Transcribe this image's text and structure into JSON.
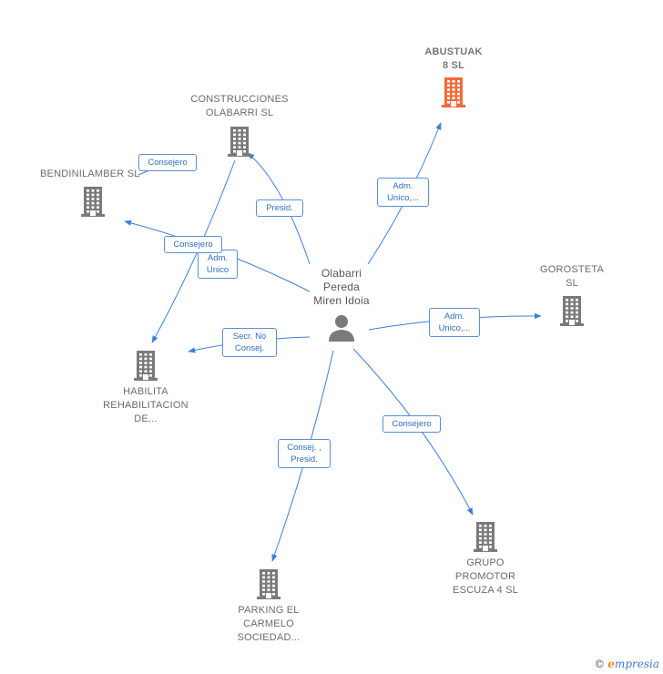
{
  "center": {
    "name_lines": [
      "Olabarri",
      "Pereda",
      "Miren Idoia"
    ]
  },
  "companies": [
    {
      "id": "abustuak",
      "lines": [
        "ABUSTUAK",
        "8  SL"
      ],
      "highlight": true
    },
    {
      "id": "construcciones",
      "lines": [
        "CONSTRUCCIONES",
        "OLABARRI SL"
      ]
    },
    {
      "id": "bendinilamber",
      "lines": [
        "BENDINILAMBER SL"
      ]
    },
    {
      "id": "gorosteta",
      "lines": [
        "GOROSTETA",
        "SL"
      ]
    },
    {
      "id": "habilita",
      "lines": [
        "HABILITA",
        "REHABILITACION",
        "DE..."
      ]
    },
    {
      "id": "parking",
      "lines": [
        "PARKING EL",
        "CARMELO",
        "SOCIEDAD..."
      ]
    },
    {
      "id": "grupo",
      "lines": [
        "GRUPO",
        "PROMOTOR",
        "ESCUZA 4  SL"
      ]
    }
  ],
  "relations": [
    {
      "id": "abustuak",
      "lines": [
        "Adm.",
        "Unico,..."
      ]
    },
    {
      "id": "construcciones",
      "lines": [
        "Presid."
      ]
    },
    {
      "id": "bendinilamber-consejero",
      "lines": [
        "Consejero"
      ]
    },
    {
      "id": "bendinilamber-adm",
      "lines": [
        "Adm.",
        "Unico"
      ]
    },
    {
      "id": "habilita-consejero",
      "lines": [
        "Consejero"
      ]
    },
    {
      "id": "gorosteta",
      "lines": [
        "Adm.",
        "Unico,..."
      ]
    },
    {
      "id": "habilita-secr",
      "lines": [
        "Secr.  No",
        "Consej."
      ]
    },
    {
      "id": "parking",
      "lines": [
        "Consej. ,",
        "Presid."
      ]
    },
    {
      "id": "grupo",
      "lines": [
        "Consejero"
      ]
    }
  ],
  "colors": {
    "edge": "#3d7fd6",
    "building": "#7a7a7a",
    "highlight": "#f26a3a",
    "label": "#6b6b6b"
  },
  "brand": {
    "copyright": "©",
    "e": "e",
    "rest": "mpresia"
  }
}
